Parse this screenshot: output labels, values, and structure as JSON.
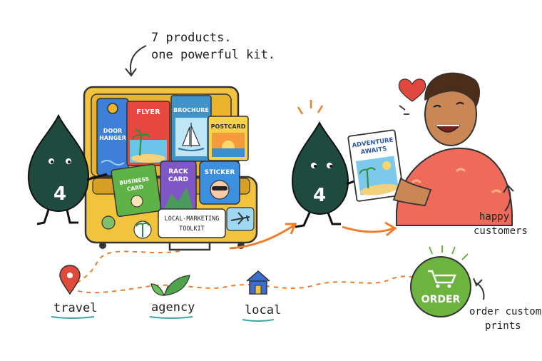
{
  "tagline": {
    "line1": "7 products.",
    "line2": "one powerful kit."
  },
  "suitcase": {
    "label_line1": "LOCAL-MARKETING",
    "label_line2": "TOOLKIT"
  },
  "products": {
    "door_hanger_1": "DOOR",
    "door_hanger_2": "HANGER",
    "flyer": "FLYER",
    "brochure": "BROCHURE",
    "postcard": "POSTCARD",
    "business_card_1": "BUSINESS",
    "business_card_2": "CARD",
    "rack_card_1": "RACK",
    "rack_card_2": "CARD",
    "sticker": "STICKER"
  },
  "mascot": {
    "number": "4"
  },
  "flyer_held": {
    "line1": "ADVENTURE",
    "line2": "AWAITS"
  },
  "labels": {
    "happy_1": "happy",
    "happy_2": "customers",
    "travel": "travel",
    "agency": "agency",
    "local": "local",
    "order_button": "ORDER",
    "order_caption_1": "order custom",
    "order_caption_2": "prints"
  },
  "colors": {
    "suitcase": "#f2c43d",
    "mascot": "#1f4a3f",
    "order": "#6db33f",
    "arrow_orange": "#f07d2a",
    "pin_red": "#e04a3a",
    "house_blue": "#3a6fd0",
    "leaf_green": "#4fa34a",
    "underline_teal": "#3aa7a0"
  },
  "icons": [
    "map-pin-icon",
    "leaf-icon",
    "house-icon",
    "cart-icon",
    "heart-icon",
    "airplane-icon",
    "palm-icon"
  ]
}
